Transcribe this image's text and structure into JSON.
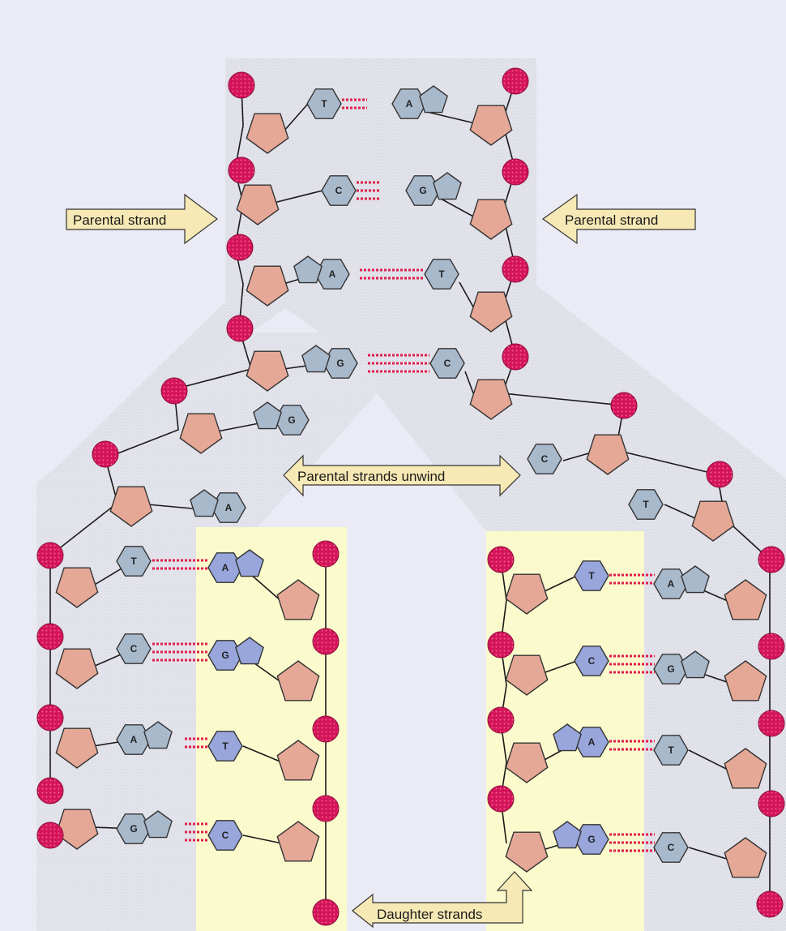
{
  "labels": {
    "parental_left": "Parental strand",
    "parental_right": "Parental strand",
    "unwind": "Parental strands unwind",
    "daughter": "Daughter strands"
  },
  "colors": {
    "background": "#ebebf5",
    "stipple": "#e1e1ea",
    "daughter_highlight": "#fafacd",
    "phosphate": "#d4145a",
    "sugar": "#e6a896",
    "parental_base": "#a9b9cc",
    "daughter_base": "#98a6dc",
    "h_bond": "#e01e48",
    "arrow_fill": "#f6e9b5"
  },
  "icons": {
    "phosphate": "phosphate-group-icon",
    "sugar": "deoxyribose-sugar-icon",
    "purine": "purine-base-icon",
    "pyrimidine": "pyrimidine-base-icon"
  },
  "parental_pairs": [
    {
      "left": "T",
      "right": "A"
    },
    {
      "left": "C",
      "right": "G"
    },
    {
      "left": "A",
      "right": "T"
    },
    {
      "left": "G",
      "right": "C"
    }
  ],
  "fork_left_unpaired": [
    "G",
    "A"
  ],
  "fork_right_unpaired": [
    "C",
    "T"
  ],
  "left_daughter_pairs": [
    {
      "parent": "T",
      "daughter": "A"
    },
    {
      "parent": "C",
      "daughter": "G"
    },
    {
      "parent": "A",
      "daughter": "T"
    },
    {
      "parent": "G",
      "daughter": "C"
    }
  ],
  "right_daughter_pairs": [
    {
      "daughter": "T",
      "parent": "A"
    },
    {
      "daughter": "C",
      "parent": "G"
    },
    {
      "daughter": "A",
      "parent": "T"
    },
    {
      "daughter": "G",
      "parent": "C"
    }
  ]
}
